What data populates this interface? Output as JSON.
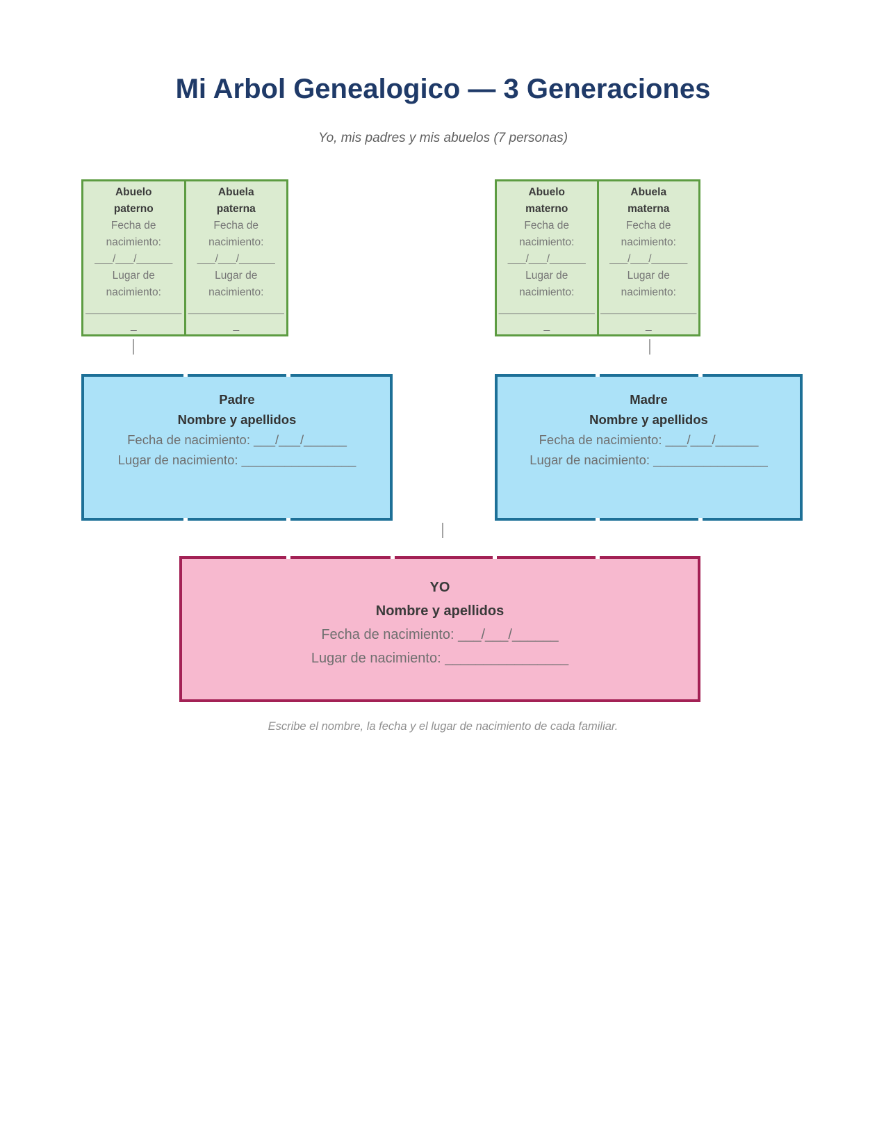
{
  "page": {
    "title": "Mi Arbol Genealogico — 3 Generaciones",
    "subtitle": "Yo, mis padres y mis abuelos (7 personas)",
    "footer_note": "Escribe el nombre, la fecha y el lugar de nacimiento de cada familiar."
  },
  "colors": {
    "title_text": "#1f3a68",
    "green_fill": "#dbebd0",
    "green_border": "#5d9c42",
    "blue_fill": "#ace2f8",
    "blue_border": "#1d7097",
    "pink_fill": "#f7b9cf",
    "pink_border": "#a32155",
    "muted_text": "#767676",
    "dark_text": "#3a3a3a"
  },
  "grandparents": {
    "cells": [
      {
        "name_line1": "Abuelo",
        "name_line2": "paterno"
      },
      {
        "name_line1": "Abuela",
        "name_line2": "paterna"
      },
      {
        "name_line1": "Abuelo",
        "name_line2": "materno"
      },
      {
        "name_line1": "Abuela",
        "name_line2": "materna"
      }
    ],
    "fields": {
      "fecha_line1": "Fecha de",
      "fecha_line2": "nacimiento:",
      "fecha_blank": "___/___/______",
      "lugar_line1": "Lugar de",
      "lugar_line2": "nacimiento:",
      "lugar_blank": "________________",
      "lugar_blank_overflow": "_"
    }
  },
  "parents": [
    {
      "title": "Padre",
      "subtitle": "Nombre y apellidos",
      "fecha": "Fecha de nacimiento: ___/___/______",
      "lugar": "Lugar de nacimiento: ________________"
    },
    {
      "title": "Madre",
      "subtitle": "Nombre y apellidos",
      "fecha": "Fecha de nacimiento: ___/___/______",
      "lugar": "Lugar de nacimiento: ________________"
    }
  ],
  "self_box": {
    "title": "YO",
    "subtitle": "Nombre y apellidos",
    "fecha": "Fecha de nacimiento: ___/___/______",
    "lugar": "Lugar de nacimiento: ________________"
  }
}
